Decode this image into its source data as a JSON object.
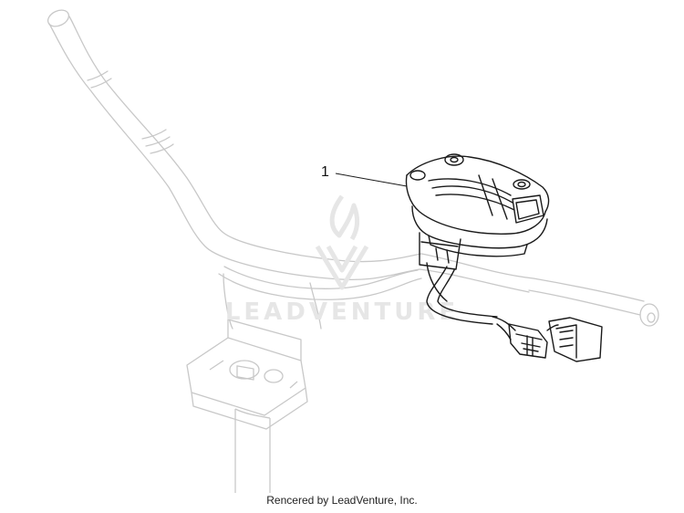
{
  "diagram": {
    "callouts": [
      {
        "label": "1",
        "part": "instrument-cluster"
      }
    ]
  },
  "watermark": {
    "text": "LEADVENTURE",
    "icon": "flame-v-logo-icon"
  },
  "footer": {
    "text": "Rencered by LeadVenture, Inc."
  },
  "colors": {
    "background": "#ffffff",
    "line_faint": "#c8c8c8",
    "line_dark": "#1a1a1a",
    "watermark": "#e6e6e6"
  }
}
